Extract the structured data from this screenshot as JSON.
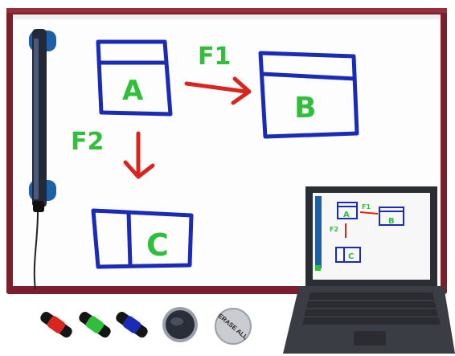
{
  "whiteboard": {
    "frame_color": "#7a1f2b",
    "board_color": "#fdfdfd",
    "windows": {
      "a": {
        "label": "A"
      },
      "b": {
        "label": "B"
      },
      "c": {
        "label": "C"
      }
    },
    "arrows": {
      "f1": {
        "label": "F1"
      },
      "f2": {
        "label": "F2"
      }
    },
    "ink_colors": {
      "blue": "#1a2bb8",
      "green": "#2fbf3a",
      "red": "#d8261e"
    }
  },
  "laptop": {
    "screen_windows": {
      "a": "A",
      "b": "B",
      "c": "C"
    },
    "screen_arrows": {
      "f1": "F1",
      "f2": "F2"
    }
  },
  "tray": {
    "markers": [
      {
        "name": "red-marker",
        "color": "#d8261e"
      },
      {
        "name": "green-marker",
        "color": "#2fbf3a"
      },
      {
        "name": "blue-marker",
        "color": "#1a2bb8"
      }
    ],
    "eraser_color": "#2a2e38",
    "erase_button_label": "ERASE ALL"
  }
}
